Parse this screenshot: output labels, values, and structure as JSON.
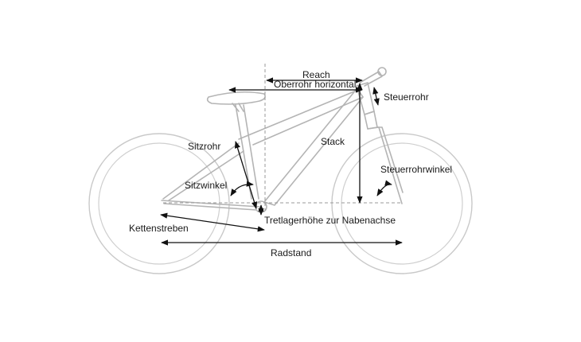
{
  "labels": {
    "reach": "Reach",
    "top_tube": "Oberrohr horizontal",
    "head_tube": "Steuerrohr",
    "stack": "Stack",
    "seat_tube": "Sitzrohr",
    "head_angle": "Steuerrohrwinkel",
    "seat_angle": "Sitzwinkel",
    "bb_height": "Tretlagerhöhe zur Nabenachse",
    "chainstays": "Kettenstreben",
    "wheelbase": "Radstand"
  },
  "colors": {
    "frame": "#b4b4b4",
    "dimension": "#111111",
    "guide": "#9a9a9a"
  }
}
